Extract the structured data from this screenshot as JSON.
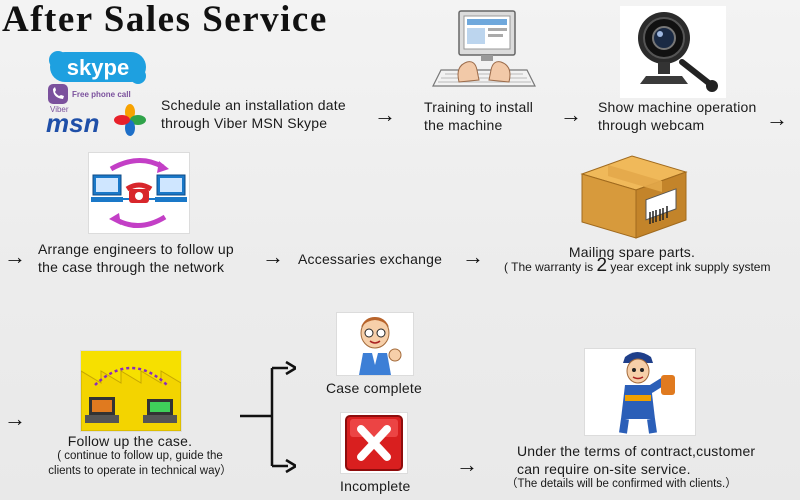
{
  "title": "After Sales Service",
  "arrow_glyph": "→",
  "logos": {
    "skype": "skype",
    "viber": "Viber",
    "viber_tagline": "Free phone call",
    "msn": "msn"
  },
  "steps": {
    "schedule": {
      "line1": "Schedule an installation date",
      "line2": "through Viber MSN Skype"
    },
    "training": {
      "line1": "Training to install",
      "line2": "the machine"
    },
    "webcam": {
      "line1": "Show machine operation",
      "line2": "through webcam"
    },
    "engineers": {
      "line1": "Arrange engineers to follow up",
      "line2": "the case through the network"
    },
    "accessories": {
      "line1": "Accessaries exchange"
    },
    "mailing": {
      "line1": "Mailing spare parts.",
      "note_pre": "( The warranty is ",
      "note_num": "2",
      "note_post": " year except ink supply system"
    },
    "follow": {
      "line1": "Follow up the case.",
      "line2": "( continue to follow up, guide the",
      "line3": "clients to operate in technical way）"
    },
    "complete": {
      "line1": "Case complete"
    },
    "incomplete": {
      "line1": "Incomplete"
    },
    "onsite": {
      "line1": "Under the terms of contract,customer",
      "line2": "can require on-site service.",
      "line3": "（The details will be confirmed with clients.）"
    }
  },
  "colors": {
    "skype_blue": "#1ea0e0",
    "viber_purple": "#7b519d",
    "msn_blue": "#1f4fa8",
    "box_brown": "#d79a3c",
    "red_x": "#d91f1f",
    "factory_yellow": "#f6e000",
    "net_blue": "#1a78c8",
    "phone_red": "#d8262b",
    "arrow_magenta": "#c33fc6"
  }
}
